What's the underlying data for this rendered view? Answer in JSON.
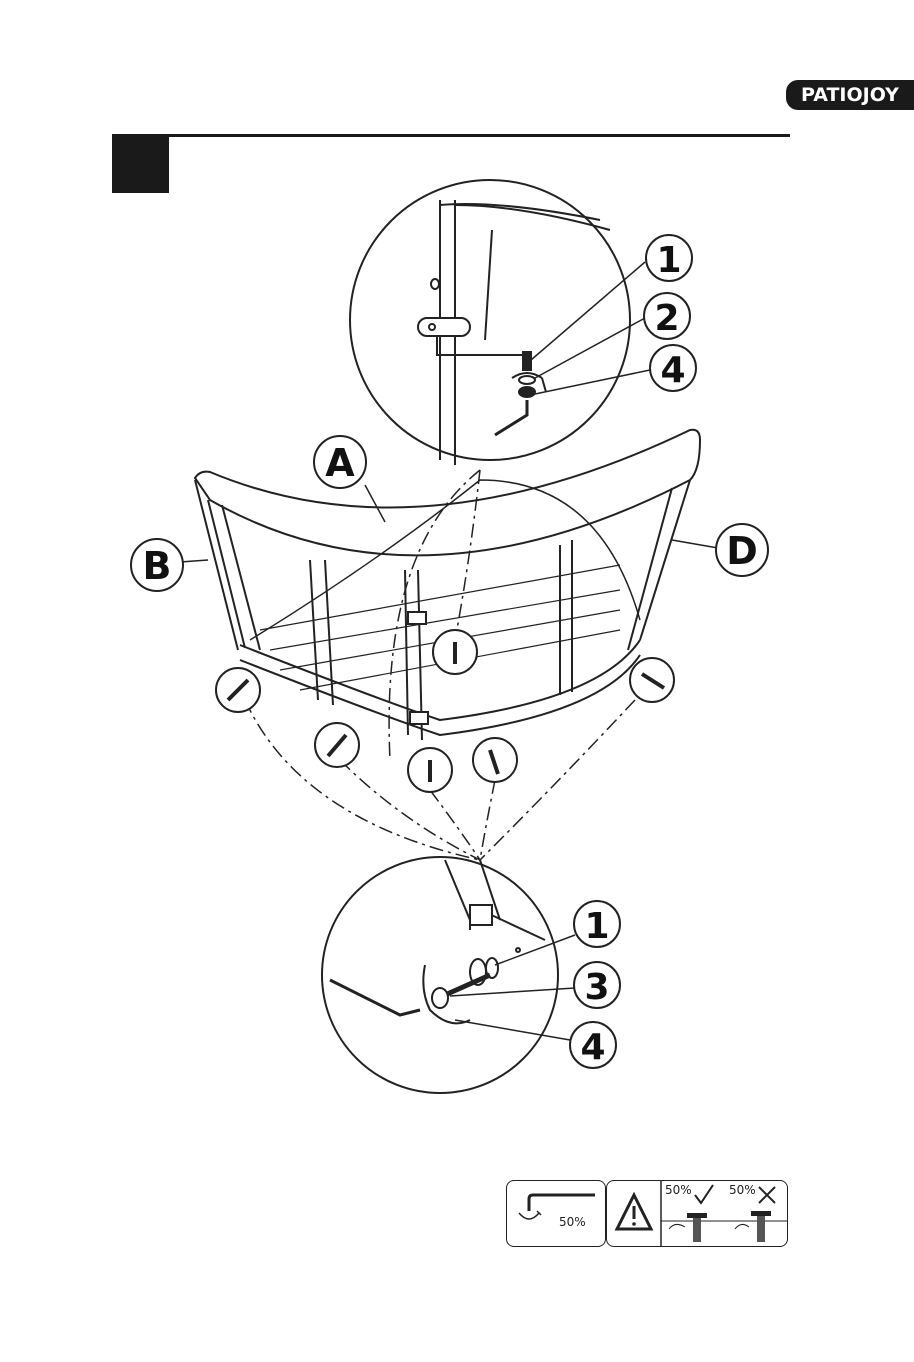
{
  "brand": {
    "logo_text": "PATIOJOY"
  },
  "parts": [
    "A",
    "B",
    "D"
  ],
  "callouts_top": [
    "1",
    "2",
    "4"
  ],
  "callouts_bottom": [
    "1",
    "3",
    "4"
  ],
  "hints": {
    "tighten_percent": "50%",
    "good_percent": "50%",
    "bad_percent": "50%"
  }
}
